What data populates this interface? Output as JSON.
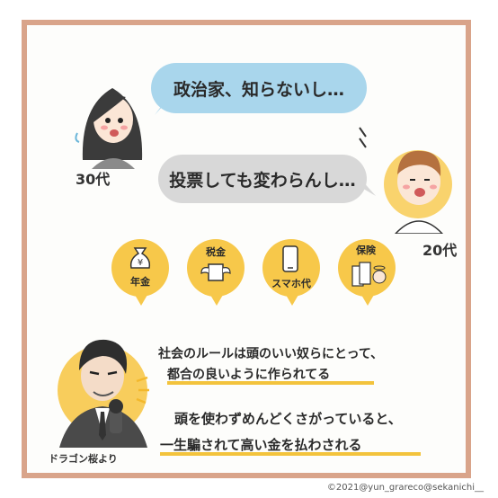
{
  "dialogue": {
    "line_30s": "政治家、知らないし…",
    "line_20s": "投票しても変わらんし…"
  },
  "ages": {
    "thirties": "30代",
    "twenties": "20代"
  },
  "topics": [
    {
      "label": "年金",
      "icon": "money-bag-icon"
    },
    {
      "label": "税金",
      "icon": "flying-money-icon"
    },
    {
      "label": "スマホ代",
      "icon": "smartphone-icon"
    },
    {
      "label": "保険",
      "icon": "insurance-angel-icon"
    }
  ],
  "quote": {
    "line1": "社会のルールは頭のいい奴らにとって、",
    "line2": "都合の良いように作られてる",
    "line3": "頭を使わずめんどくさがっていると、",
    "line4": "一生騙されて高い金を払わされる"
  },
  "source_caption": "ドラゴン桜より",
  "credit": "©2021@yun_grareco@sekanichi__",
  "colors": {
    "frame": "#d9a48a",
    "bubble_blue": "#a9d6ec",
    "bubble_gray": "#d8d8d8",
    "accent_yellow": "#f7c84a"
  }
}
